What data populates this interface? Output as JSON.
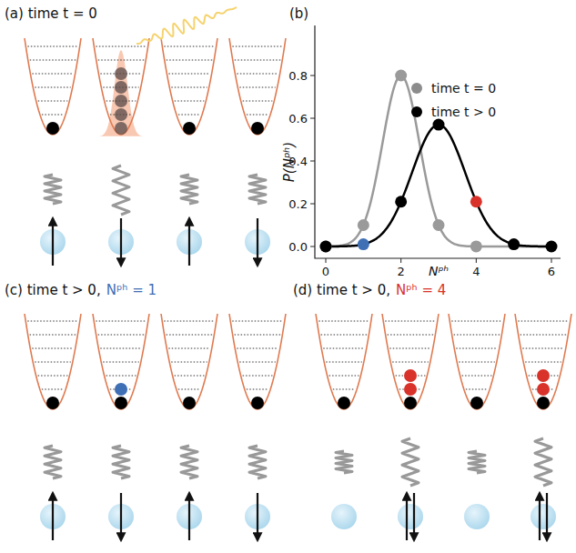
{
  "diagram": {
    "labels": [
      "(a) time t = 0",
      "(b)",
      "(c) time t > 0,",
      "Nᵖʰ = 1",
      "(d) time t > 0,",
      "Nᵖʰ = 4",
      "P(Nᵖʰ)",
      "Nᵖʰ",
      "0",
      "2",
      "4",
      "6",
      "0.0",
      "0.2",
      "0.4",
      "0.6",
      "0.8"
    ],
    "legend": [
      {
        "text": "time t = 0",
        "color": "#8c8c8c"
      },
      {
        "text": "time t > 0",
        "color": "#000000"
      }
    ]
  }
}
